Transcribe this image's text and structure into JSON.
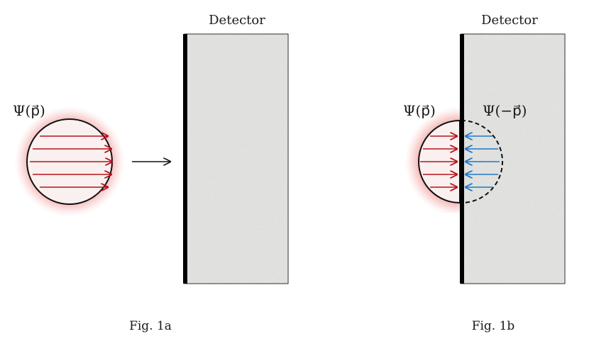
{
  "figures": [
    {
      "detector_label": "Detector",
      "wave_label": "Ψ(p⃗)",
      "caption": "Fig. 1a"
    },
    {
      "detector_label": "Detector",
      "wave_label_incident": "Ψ(p⃗)",
      "wave_label_reflected": "Ψ(−p⃗)",
      "caption": "Fig. 1b"
    }
  ],
  "colors": {
    "incident_arrows": "#b3121c",
    "reflected_arrows": "#1f78c8",
    "glow": "#e85a5a",
    "detector_fill": "#e8e8e6",
    "detector_wall": "#000000"
  }
}
